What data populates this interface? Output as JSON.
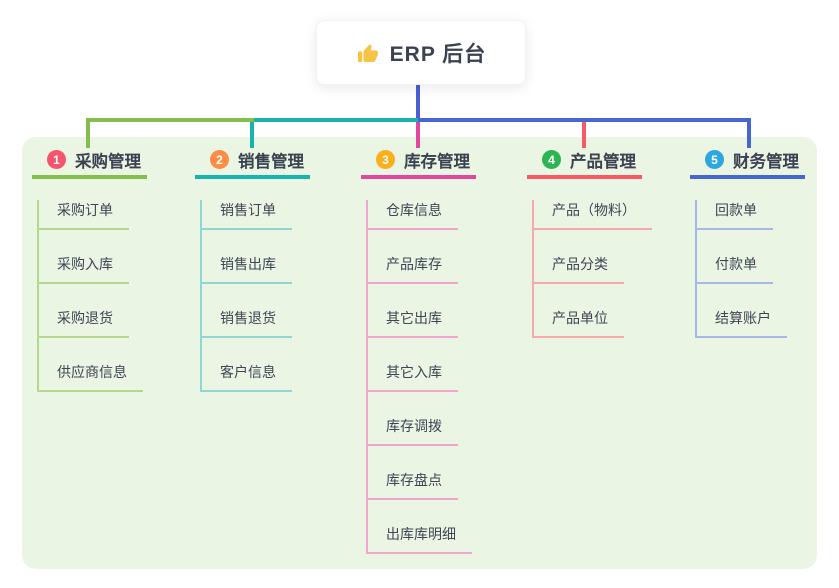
{
  "root": {
    "icon": "thumbs-up-icon",
    "title": "ERP 后台"
  },
  "connectors": {
    "root_drop_color": "#4b5ed2"
  },
  "branches": [
    {
      "num": "1",
      "label": "采购管理",
      "badge_color": "#f4556c",
      "line_color": "#84bf4e",
      "child_line_color": "#b3d78d",
      "children": [
        "采购订单",
        "采购入库",
        "采购退货",
        "供应商信息"
      ]
    },
    {
      "num": "2",
      "label": "销售管理",
      "badge_color": "#fb8e44",
      "line_color": "#17b3ac",
      "child_line_color": "#8fd8d2",
      "children": [
        "销售订单",
        "销售出库",
        "销售退货",
        "客户信息"
      ]
    },
    {
      "num": "3",
      "label": "库存管理",
      "badge_color": "#fbaf1c",
      "line_color": "#e0479f",
      "child_line_color": "#f3a6cc",
      "children": [
        "仓库信息",
        "产品库存",
        "其它出库",
        "其它入库",
        "库存调拨",
        "库存盘点",
        "出库库明细"
      ]
    },
    {
      "num": "4",
      "label": "产品管理",
      "badge_color": "#2eb454",
      "line_color": "#f45b66",
      "child_line_color": "#f7a9ab",
      "children": [
        "产品（物料）",
        "产品分类",
        "产品单位"
      ]
    },
    {
      "num": "5",
      "label": "财务管理",
      "badge_color": "#2ea7e0",
      "line_color": "#4667cf",
      "child_line_color": "#a6b8ea",
      "children": [
        "回款单",
        "付款单",
        "结算账户"
      ]
    }
  ]
}
